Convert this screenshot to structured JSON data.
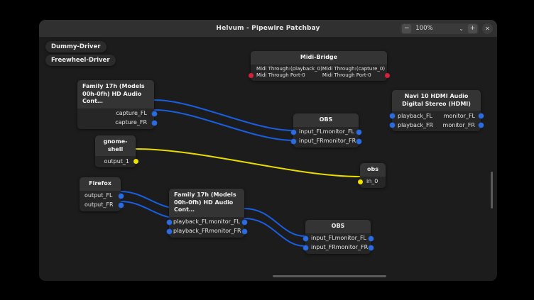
{
  "window": {
    "title": "Helvum - Pipewire Patchbay",
    "zoom": {
      "minus_label": "−",
      "value": "100%",
      "chevron": "⌄",
      "plus_label": "+"
    },
    "close_label": "✕"
  },
  "pills": [
    {
      "label": "Dummy-Driver"
    },
    {
      "label": "Freewheel-Driver"
    }
  ],
  "nodes": {
    "capture_card": {
      "title_line1": "Family 17h (Models",
      "title_line2": "00h-0fh) HD Audio Cont…",
      "ports": [
        {
          "label": "capture_FL",
          "color": "blue",
          "side": "out"
        },
        {
          "label": "capture_FR",
          "color": "blue",
          "side": "out"
        }
      ]
    },
    "midi_bridge": {
      "title": "Midi-Bridge",
      "left_port": {
        "line1": "Midi Through:(playback_0)",
        "line2": "Midi Through Port-0",
        "color": "red"
      },
      "right_port": {
        "line1": "Midi Through:(capture_0)",
        "line2": "Midi Through Port-0",
        "color": "red"
      }
    },
    "obs_top": {
      "title": "OBS",
      "rows": [
        {
          "in": "input_FL",
          "out": "monitor_FL",
          "color": "blue"
        },
        {
          "in": "input_FR",
          "out": "monitor_FR",
          "color": "blue"
        }
      ]
    },
    "navi_hdmi": {
      "title_line1": "Navi 10 HDMI Audio",
      "title_line2": "Digital Stereo (HDMI)",
      "rows": [
        {
          "in": "playback_FL",
          "out": "monitor_FL",
          "color": "blue"
        },
        {
          "in": "playback_FR",
          "out": "monitor_FR",
          "color": "blue"
        }
      ]
    },
    "gnome_shell": {
      "title": "gnome-shell",
      "ports": [
        {
          "label": "output_1",
          "color": "yellow",
          "side": "out"
        }
      ]
    },
    "obs_small": {
      "title": "obs",
      "ports": [
        {
          "label": "in_0",
          "color": "yellow",
          "side": "in"
        }
      ]
    },
    "firefox": {
      "title": "Firefox",
      "ports": [
        {
          "label": "output_FL",
          "color": "blue",
          "side": "out"
        },
        {
          "label": "output_FR",
          "color": "blue",
          "side": "out"
        }
      ]
    },
    "playback_card": {
      "title_line1": "Family 17h (Models",
      "title_line2": "00h-0fh) HD Audio Cont…",
      "rows": [
        {
          "in": "playback_FL",
          "out": "monitor_FL",
          "color": "blue"
        },
        {
          "in": "playback_FR",
          "out": "monitor_FR",
          "color": "blue"
        }
      ]
    },
    "obs_bottom": {
      "title": "OBS",
      "rows": [
        {
          "in": "input_FL",
          "out": "monitor_FL",
          "color": "blue"
        },
        {
          "in": "input_FR",
          "out": "monitor_FR",
          "color": "blue"
        }
      ]
    }
  },
  "colors": {
    "link_audio": "#1a5ee0",
    "link_video": "#e8dc00",
    "port_audio": "#2d6cdf",
    "port_video": "#efe100",
    "port_midi": "#d3203b",
    "window_bg": "#1c1c1c",
    "titlebar_bg": "#303030"
  }
}
